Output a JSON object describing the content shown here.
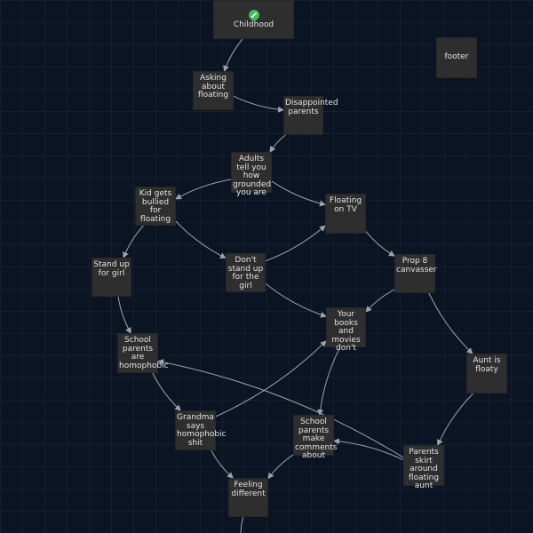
{
  "diagram": {
    "nodes": [
      {
        "id": "childhood",
        "label": "Childhood",
        "start": true
      },
      {
        "id": "asking",
        "label": "Asking about floating"
      },
      {
        "id": "disappointed",
        "label": "Disappointed parents"
      },
      {
        "id": "adults",
        "label": "Adults tell you how grounded you are"
      },
      {
        "id": "bullied",
        "label": "Kid gets bullied for floating"
      },
      {
        "id": "floatingtv",
        "label": "Floating on TV"
      },
      {
        "id": "standup",
        "label": "Stand up for girl"
      },
      {
        "id": "dontstand",
        "label": "Don't stand up for the girl"
      },
      {
        "id": "prop8",
        "label": "Prop 8 canvasser"
      },
      {
        "id": "books",
        "label": "Your books and movies don't"
      },
      {
        "id": "schoolhomo",
        "label": "School parents are homophobic"
      },
      {
        "id": "aunt",
        "label": "Aunt is floaty"
      },
      {
        "id": "grandma",
        "label": "Grandma says homophobic shit"
      },
      {
        "id": "schoolcomments",
        "label": "School parents make comments about"
      },
      {
        "id": "skirt",
        "label": "Parents skirt around floating aunt"
      },
      {
        "id": "feeling",
        "label": "Feeling different"
      },
      {
        "id": "footer",
        "label": "footer"
      }
    ],
    "edges": [
      [
        "childhood",
        "asking"
      ],
      [
        "asking",
        "disappointed"
      ],
      [
        "disappointed",
        "adults"
      ],
      [
        "adults",
        "bullied"
      ],
      [
        "adults",
        "floatingtv"
      ],
      [
        "bullied",
        "standup"
      ],
      [
        "bullied",
        "dontstand"
      ],
      [
        "dontstand",
        "floatingtv"
      ],
      [
        "dontstand",
        "books"
      ],
      [
        "floatingtv",
        "prop8"
      ],
      [
        "prop8",
        "books"
      ],
      [
        "prop8",
        "aunt"
      ],
      [
        "standup",
        "schoolhomo"
      ],
      [
        "schoolhomo",
        "grandma"
      ],
      [
        "grandma",
        "books"
      ],
      [
        "grandma",
        "feeling"
      ],
      [
        "books",
        "schoolcomments"
      ],
      [
        "aunt",
        "skirt"
      ],
      [
        "skirt",
        "schoolhomo"
      ],
      [
        "skirt",
        "schoolcomments"
      ],
      [
        "schoolcomments",
        "feeling"
      ],
      [
        "feeling",
        "offscreen"
      ]
    ]
  },
  "colors": {
    "background": "#0b1422",
    "node": "#2e2e2e",
    "edge": "#9aa3ad",
    "start_icon": "#3fbf5a"
  }
}
